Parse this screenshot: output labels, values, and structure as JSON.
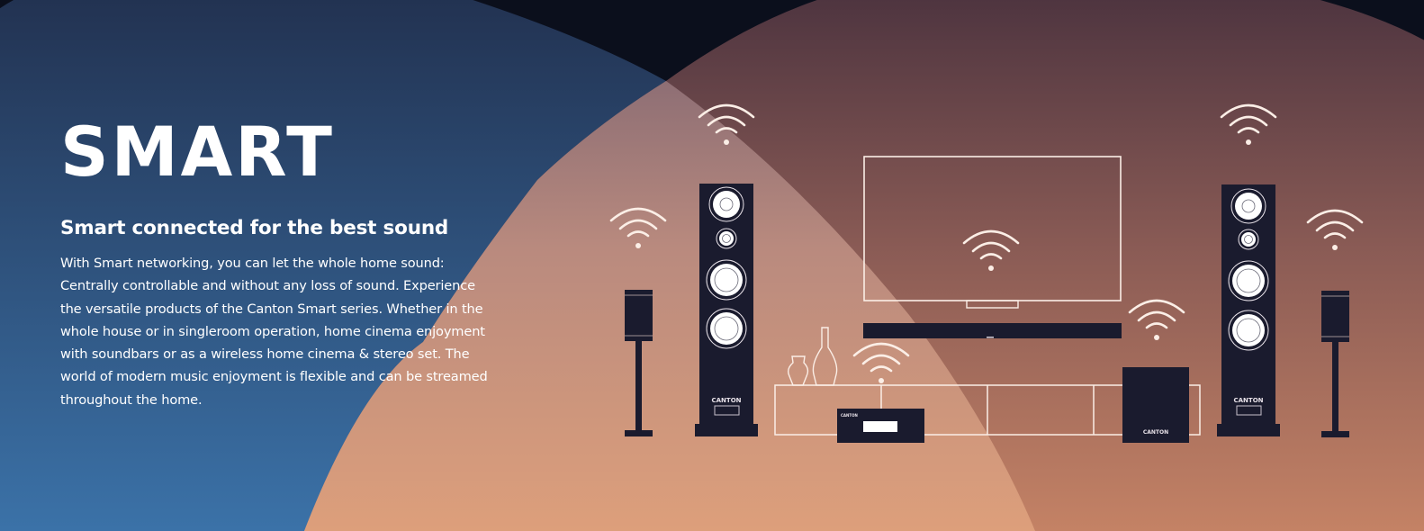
{
  "hero": {
    "title": "SMART",
    "subtitle": "Smart connected for the best sound",
    "body": "With Smart networking, you can let the whole home sound: Centrally controllable and without any loss of sound. Experience the versatile products of the Canton Smart series. Whether in the whole house or in singleroom operation, home cinema enjoyment with soundbars or as a wireless home cinema & stereo set. The world of modern music enjoyment is flexible and can be streamed throughout the home."
  },
  "illustration": {
    "brand_label": "CANTON",
    "devices": [
      {
        "name": "left-satellite-speaker",
        "icon": "wifi-icon"
      },
      {
        "name": "left-floorstanding-speaker",
        "icon": "wifi-icon"
      },
      {
        "name": "tv",
        "icon": "wifi-icon"
      },
      {
        "name": "soundbar"
      },
      {
        "name": "smart-connect-amplifier",
        "icon": "wifi-icon"
      },
      {
        "name": "subwoofer",
        "icon": "wifi-icon"
      },
      {
        "name": "right-floorstanding-speaker",
        "icon": "wifi-icon"
      },
      {
        "name": "right-satellite-speaker",
        "icon": "wifi-icon"
      }
    ]
  },
  "colors": {
    "background_dark": "#0b0f1c",
    "blue_top": "#22314f",
    "blue_bottom": "#3b71a6",
    "brown_top": "#4a313f",
    "brown_bottom": "#c27f64",
    "overlap_top": "#8a6d76",
    "overlap_bottom": "#dc9e7b",
    "device_navy": "#1a1b2e",
    "line_white": "#fbeee6"
  }
}
